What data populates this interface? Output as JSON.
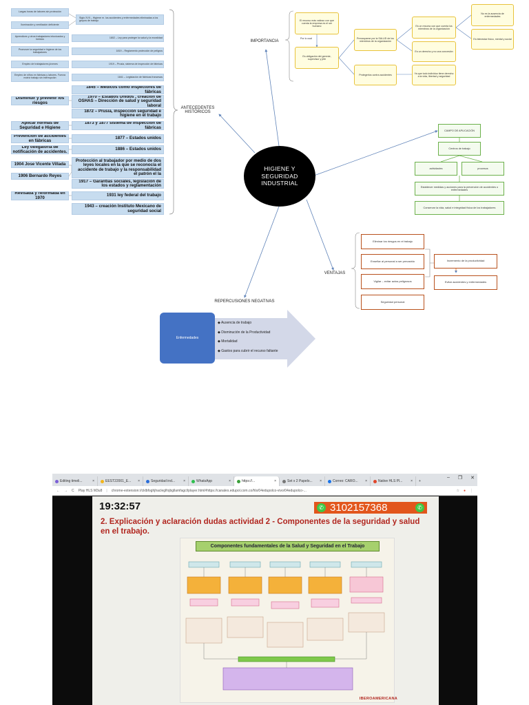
{
  "center": {
    "line1": "HIGIENE Y",
    "line2": "SEGURIDAD",
    "line3": "INDUSTRIAL"
  },
  "antecedentes": {
    "title": "ANTECEDENTES HISTÓRICOS",
    "small_left": [
      "Largas horas de labores sin protección",
      "Iluminación y ventilación deficiente",
      "Aprendices y otros trabajadores intoxicados y heridos",
      "Promover la seguridad e higiene de los trabajadores",
      "Empleo de trabajadores jóvenes",
      "Empleo de niños en fábricas y labores. Fuerza motriz trabajo sin interrupción"
    ],
    "small_right": [
      "Siglo XVII – Higiene m. los accidentes y enfermedades eliminadas a los grupos de trabajo",
      "1802 – Ley para proteger la salud y la moralidad",
      "1819 – Reglamento protección de peligros",
      "1919 – Prusia, sistema de inspección de fábricas",
      "1841 – Legislación de fábricas francesas"
    ],
    "left_items": [
      "Disminuir y prevenir los riesgos",
      "Aplicar normas de Seguridad e Higiene",
      "Prevención de accidentes en fábricas",
      "Ley obligatoria de notificación de accidentes.",
      "1904 Jose Vicente Villada",
      "1906 Bernardo Reyes",
      "Revisada y reformada en 1970"
    ],
    "right_items": [
      "1845 – Médicos como Inspectores de fábricas",
      "1970 – Estados Unidos , creación de OSHAS – Dirección de salud y seguridad laboral",
      "1872 – Prusia, inspección seguridad e higiene en el trabajo",
      "1873 y 1877 sistema de inspección de fábricas",
      "1877 – Estados unidos",
      "1886 – Estados unidos",
      "Protección al trabajador por medio de dos leyes locales en la que se reconocía el accidente de trabajo y la responsabilidad el patrón el la",
      "1917 – Garantías sociales, legislación de los estados y reglamentación",
      "1931 ley federal del trabajo",
      "1943 – creación Instituto Mexicano de seguridad social"
    ]
  },
  "importancia": {
    "title": "IMPORTANCIA",
    "y1": "El recurso más valioso con que cuenta la empresa es el ser humano",
    "por_lo_cual": "Por lo cual",
    "y2": "Es obligación del gerente, supervisor y jefe",
    "y3": "Preocuparse por la SALUD de los miembros de la organización",
    "y4": "Protegerlos contra accidentes",
    "y5": "Es un recurso con que cuenta los miembros de la organización",
    "y6": "Es un derecho y no una concesión",
    "y7": "Ya que todo individuo tiene derecho a la vida, libertad y seguridad",
    "y8": "No es la ausencia de enfermedades",
    "y9": "Es bienestar físico, mental y social"
  },
  "campo": {
    "title": "CAMPO DE APLICACIÓN",
    "c1": "Centros de trabajo",
    "c2": "actividades",
    "c3": "procesos",
    "c4": "Establecer medidas y acciones para la prevención de accidentes o enfermedades",
    "c5": "Conservar la vida, salud e integridad física de los trabajadores"
  },
  "ventajas": {
    "title": "VENTAJAS",
    "v1": "Eliminar los riesgos en el trabajo",
    "v2": "Enseñar al personal a ser precavido",
    "v3": "Vigilar – evitar actos peligrosos",
    "v4": "Seguridad personal",
    "v5": "Incremento de la productividad",
    "v6": "Evitar accidentes y enfermedades"
  },
  "repercusiones": {
    "title": "REPERCUSIONES NEGATIVAS",
    "box": "Enfermedades",
    "items": [
      "Ausencia de trabajo",
      "Disminución de la Productividad",
      "Mortalidad",
      "Gastos para cubrir el recurso faltante"
    ]
  },
  "browser": {
    "tabs": [
      "Editing timeli...",
      "EEST22001_E...",
      "Seguridad ind...",
      "WhatsApp",
      "https://...",
      "Set x 2 Papelo...",
      "Correo: CARO...",
      "Native HLS Pl..."
    ],
    "url": "chrome-extension://cklbfoghjhacleglfojbgllamfagcl/player.html#https://canales.edupol.com.co/hls/04edupolco-vivo/04edupolco-...",
    "url_prefix": "Play HLS M3u8",
    "clock": "19:32:57",
    "phone": "3102157368",
    "video_title": "2. Explicación y aclaración dudas actividad 2 - Componentes de la seguridad y salud en el trabajo.",
    "poster_title": "Componentes fundamentales de la Salud y Seguridad en el Trabajo",
    "brand": "IBEROAMERICANA"
  },
  "colors": {
    "accent_blue": "#4a7bd0",
    "orange_border": "#b8501b",
    "green_border": "#6bb04a",
    "yellow_border": "#e8c23a"
  }
}
